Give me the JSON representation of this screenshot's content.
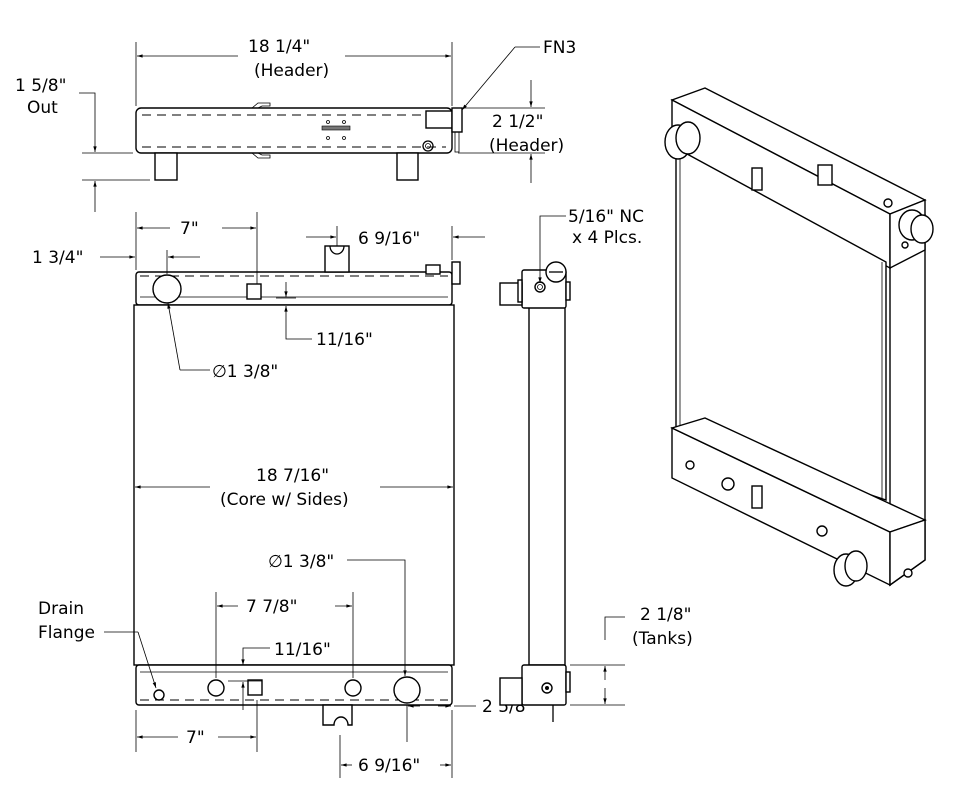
{
  "drawing": {
    "top_view": {
      "header_width": "18 1/4\"",
      "header_width_note": "(Header)",
      "feature_note": "FN3",
      "outlet_height": "1 5/8\"",
      "outlet_height_note": "Out",
      "header_depth": "2 1/2\"",
      "header_depth_note": "(Header)"
    },
    "front_view": {
      "top_inlet_offset": "7\"",
      "inlet_edge_offset": "1 3/4\"",
      "top_bracket_offset": "6 9/16\"",
      "top_inlet_height": "11/16\"",
      "top_inlet_diameter": "∅1 3/8\"",
      "core_width": "18 7/16\"",
      "core_width_note": "(Core w/ Sides)",
      "bottom_outlet_diameter": "∅1 3/8\"",
      "bottom_hole_spacing": "7 7/8\"",
      "drain_label_1": "Drain",
      "drain_label_2": "Flange",
      "bottom_outlet_height": "11/16\"",
      "bottom_offset_left": "7\"",
      "bottom_bracket_offset": "6 9/16\"",
      "bottom_outlet_edge": "2 5/8\""
    },
    "side_view": {
      "thread_note_1": "5/16\" NC",
      "thread_note_2": "x 4 Plcs.",
      "tank_height": "2 1/8\"",
      "tank_height_note": "(Tanks)"
    }
  }
}
